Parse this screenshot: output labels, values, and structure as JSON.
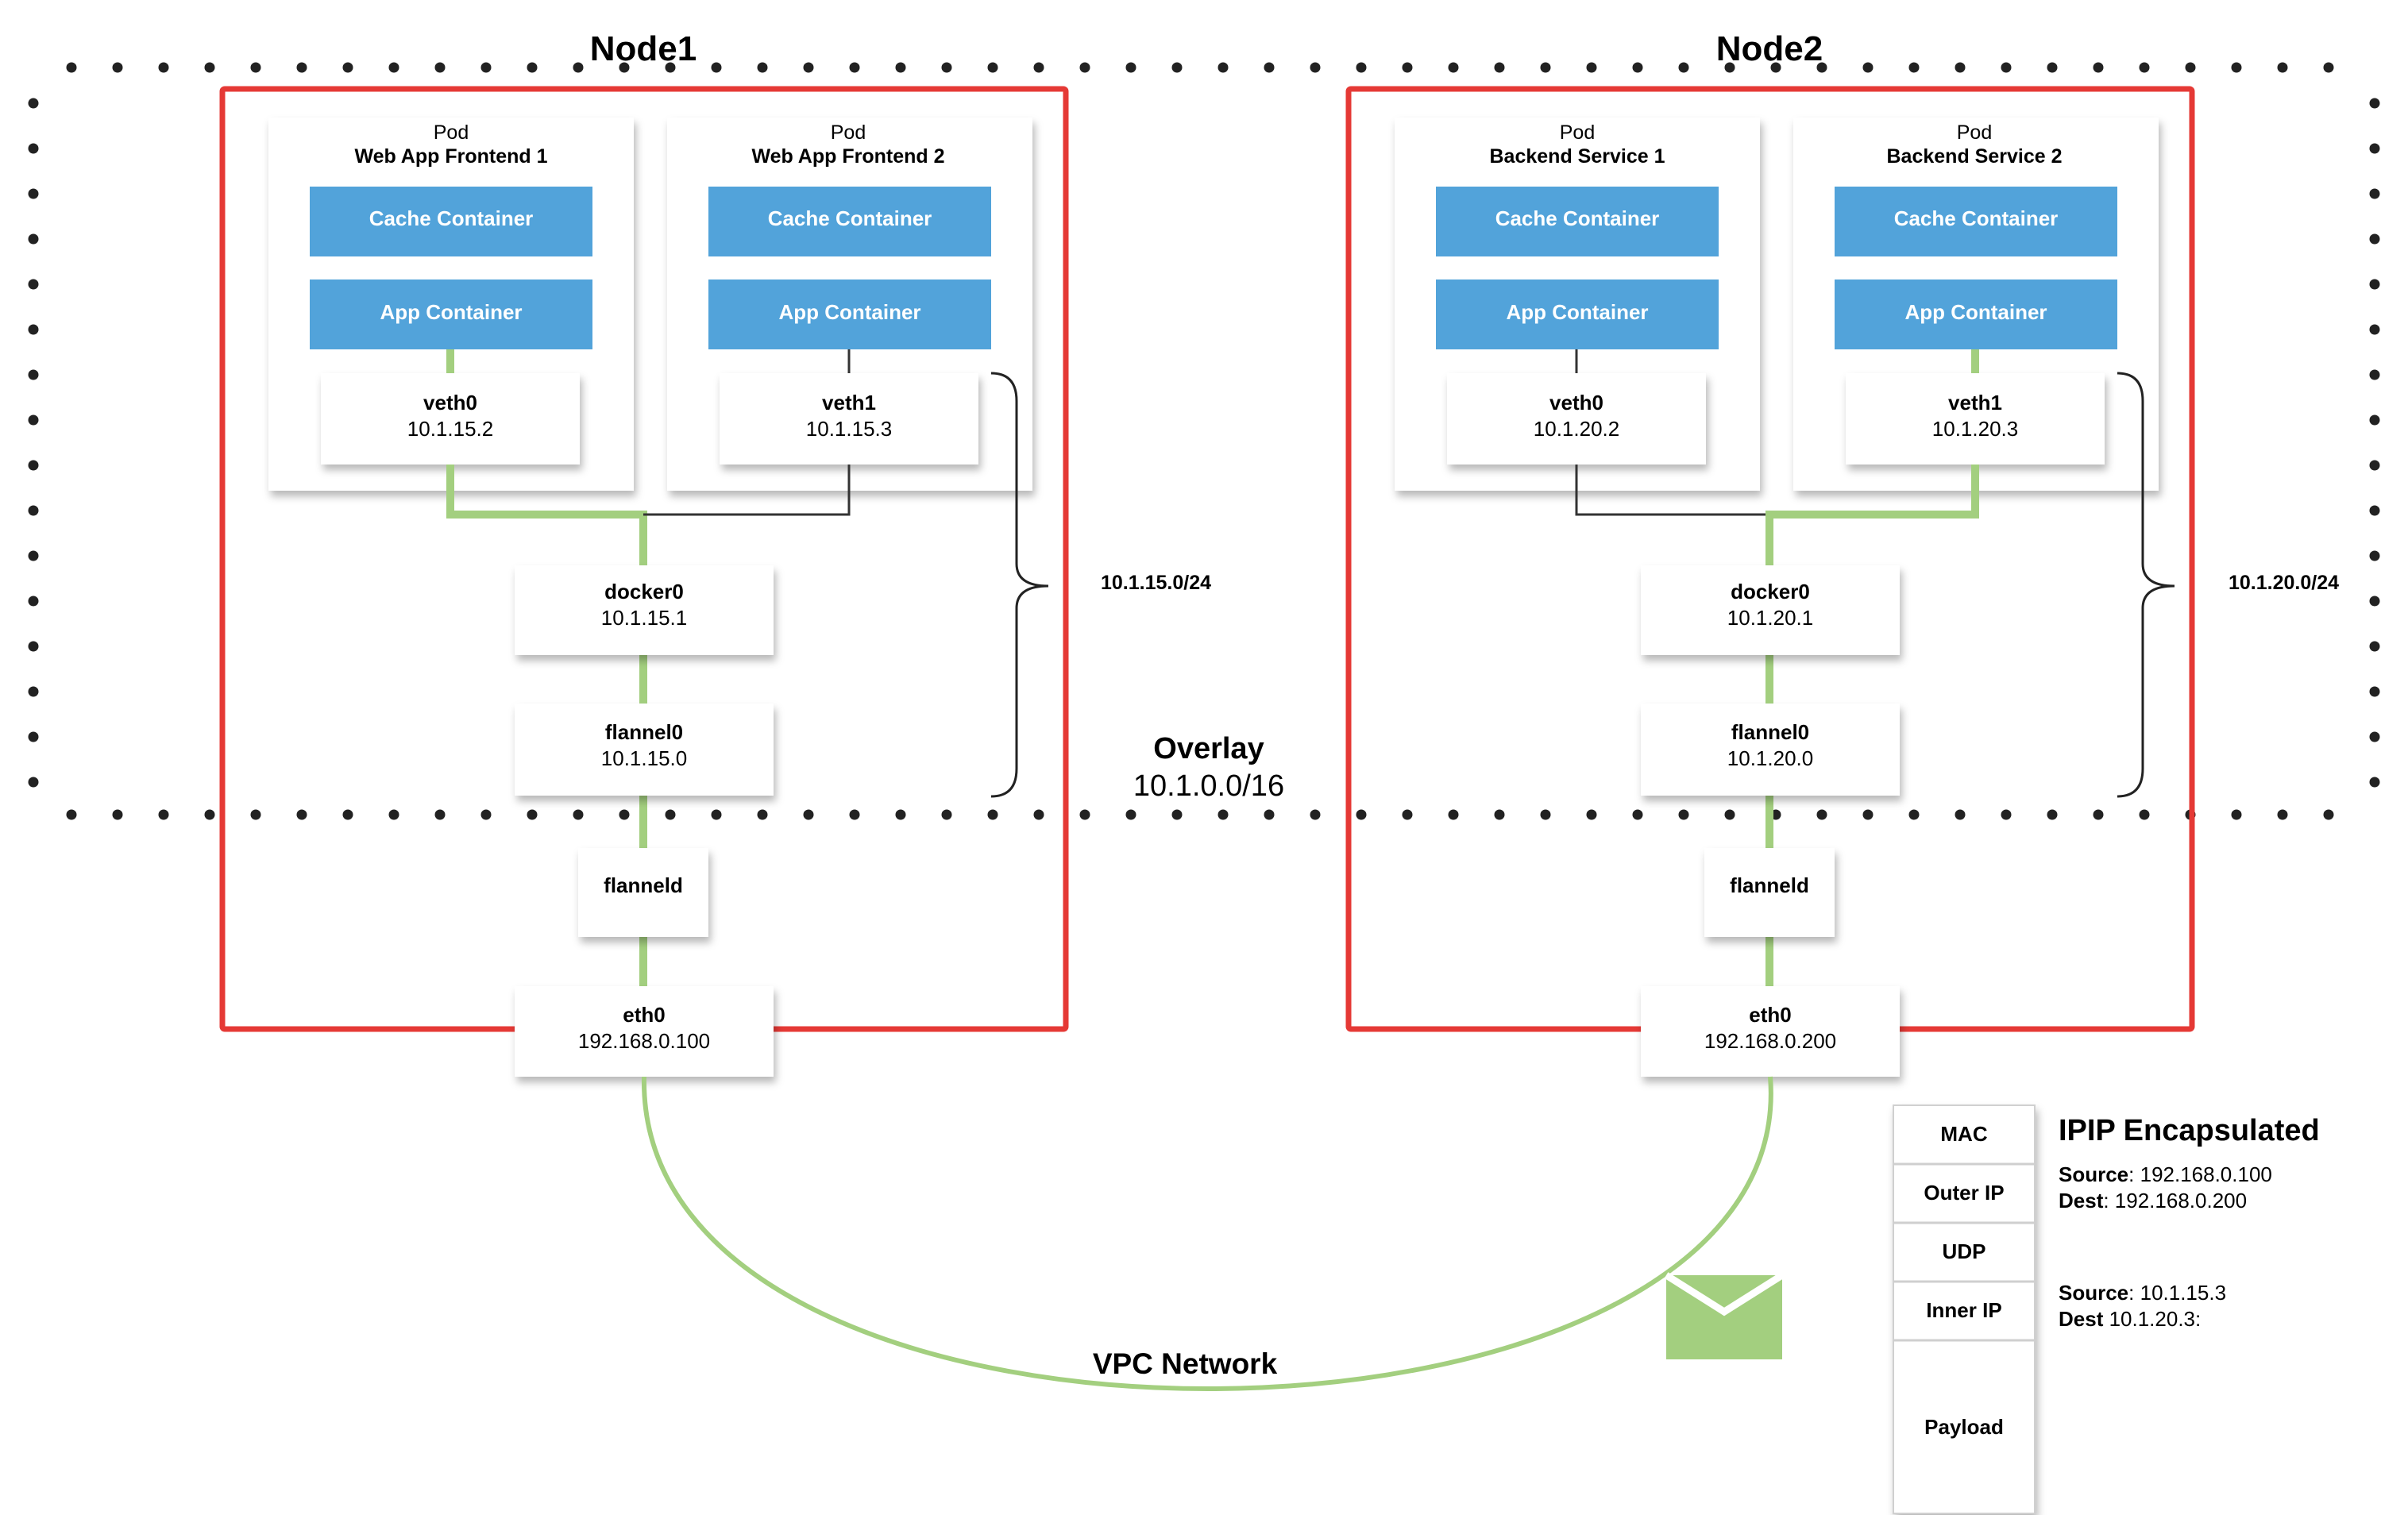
{
  "colors": {
    "node_border": "#e53935",
    "container_fill": "#52a3da",
    "link_green": "#a3cf7f",
    "link_black": "#333333",
    "dots": "#222222",
    "envelope": "#a3cf7f"
  },
  "nodes": [
    {
      "title": "Node1",
      "pods": [
        {
          "kind": "Pod",
          "name": "Web App Frontend 1",
          "cache": "Cache Container",
          "app": "App Container",
          "veth": "veth0",
          "veth_ip": "10.1.15.2"
        },
        {
          "kind": "Pod",
          "name": "Web App Frontend 2",
          "cache": "Cache Container",
          "app": "App Container",
          "veth": "veth1",
          "veth_ip": "10.1.15.3"
        }
      ],
      "docker": {
        "name": "docker0",
        "ip": "10.1.15.1"
      },
      "flannel": {
        "name": "flannel0",
        "ip": "10.1.15.0"
      },
      "flanneld": "flanneld",
      "eth": {
        "name": "eth0",
        "ip": "192.168.0.100"
      },
      "subnet": "10.1.15.0/24"
    },
    {
      "title": "Node2",
      "pods": [
        {
          "kind": "Pod",
          "name": "Backend Service 1",
          "cache": "Cache Container",
          "app": "App Container",
          "veth": "veth0",
          "veth_ip": "10.1.20.2"
        },
        {
          "kind": "Pod",
          "name": "Backend Service 2",
          "cache": "Cache Container",
          "app": "App Container",
          "veth": "veth1",
          "veth_ip": "10.1.20.3"
        }
      ],
      "docker": {
        "name": "docker0",
        "ip": "10.1.20.1"
      },
      "flannel": {
        "name": "flannel0",
        "ip": "10.1.20.0"
      },
      "flanneld": "flanneld",
      "eth": {
        "name": "eth0",
        "ip": "192.168.0.200"
      },
      "subnet": "10.1.20.0/24"
    }
  ],
  "overlay": {
    "title": "Overlay",
    "cidr": "10.1.0.0/16"
  },
  "vpc_label": "VPC Network",
  "packet": {
    "title": "IPIP Encapsulated",
    "layers": [
      "MAC",
      "Outer IP",
      "UDP",
      "Inner IP",
      "Payload"
    ],
    "outer": {
      "source_label": "Source",
      "source": ": 192.168.0.100",
      "dest_label": "Dest",
      "dest": ": 192.168.0.200"
    },
    "inner": {
      "source_label": "Source",
      "source": ": 10.1.15.3",
      "dest_label": "Dest",
      "dest": " 10.1.20.3:"
    }
  }
}
